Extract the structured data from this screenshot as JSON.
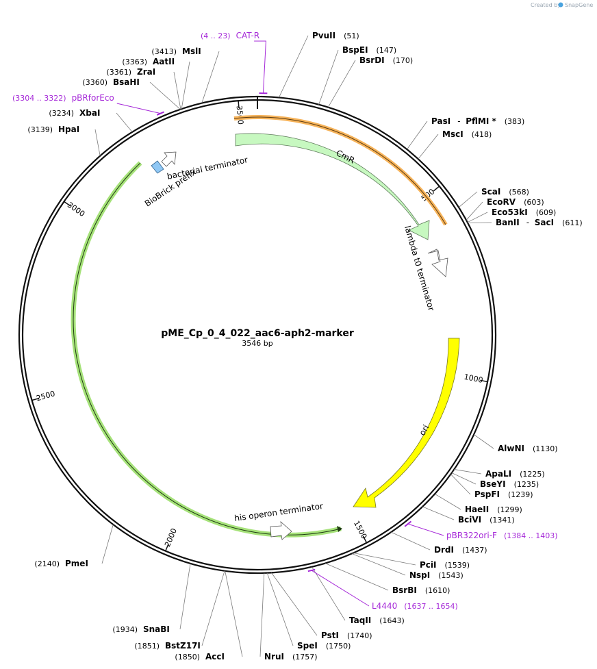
{
  "credit": {
    "created_by": "Created by",
    "app": "SnapGene"
  },
  "plasmid": {
    "name": "pME_Cp_0_4_022_aac6-aph2-marker",
    "size_label": "3546 bp",
    "length": 3546
  },
  "ticks": [
    {
      "label": "500",
      "pos": 500
    },
    {
      "label": "1000",
      "pos": 1000
    },
    {
      "label": "1500",
      "pos": 1500
    },
    {
      "label": "2000",
      "pos": 2000
    },
    {
      "label": "2500",
      "pos": 2500
    },
    {
      "label": "3000",
      "pos": 3000
    },
    {
      "label": "3500",
      "pos": 3500
    }
  ],
  "sites": [
    {
      "name": "PvuII",
      "pos_label": "(51)",
      "pos": 51
    },
    {
      "name": "BspEI",
      "pos_label": "(147)",
      "pos": 147
    },
    {
      "name": "BsrDI",
      "pos_label": "(170)",
      "pos": 170
    },
    {
      "name": "PasI",
      "extra": "PflMI *",
      "pos_label": "(383)",
      "pos": 383
    },
    {
      "name": "MscI",
      "pos_label": "(418)",
      "pos": 418
    },
    {
      "name": "ScaI",
      "pos_label": "(568)",
      "pos": 568
    },
    {
      "name": "EcoRV",
      "pos_label": "(603)",
      "pos": 603
    },
    {
      "name": "Eco53kI",
      "pos_label": "(609)",
      "pos": 609
    },
    {
      "name": "BanII",
      "extra": "SacI",
      "pos_label": "(611)",
      "pos": 611
    },
    {
      "name": "AlwNI",
      "pos_label": "(1130)",
      "pos": 1130
    },
    {
      "name": "ApaLI",
      "pos_label": "(1225)",
      "pos": 1225
    },
    {
      "name": "BseYI",
      "pos_label": "(1235)",
      "pos": 1235
    },
    {
      "name": "PspFI",
      "pos_label": "(1239)",
      "pos": 1239
    },
    {
      "name": "HaeII",
      "pos_label": "(1299)",
      "pos": 1299
    },
    {
      "name": "BciVI",
      "pos_label": "(1341)",
      "pos": 1341
    },
    {
      "name": "DrdI",
      "pos_label": "(1437)",
      "pos": 1437
    },
    {
      "name": "PciI",
      "pos_label": "(1539)",
      "pos": 1539
    },
    {
      "name": "NspI",
      "pos_label": "(1543)",
      "pos": 1543
    },
    {
      "name": "BsrBI",
      "pos_label": "(1610)",
      "pos": 1610
    },
    {
      "name": "TaqII",
      "pos_label": "(1643)",
      "pos": 1643
    },
    {
      "name": "PstI",
      "pos_label": "(1740)",
      "pos": 1740
    },
    {
      "name": "SpeI",
      "pos_label": "(1750)",
      "pos": 1750
    },
    {
      "name": "NruI",
      "pos_label": "(1757)",
      "pos": 1757
    },
    {
      "name": "AccI",
      "pos_label": "(1850)",
      "pos": 1850
    },
    {
      "name": "BstZ17I",
      "pos_label": "(1851)",
      "pos": 1851
    },
    {
      "name": "SnaBI",
      "pos_label": "(1934)",
      "pos": 1934
    },
    {
      "name": "PmeI",
      "pos_label": "(2140)",
      "pos": 2140
    },
    {
      "name": "HpaI",
      "pos_label": "(3139)",
      "pos": 3139
    },
    {
      "name": "XbaI",
      "pos_label": "(3234)",
      "pos": 3234
    },
    {
      "name": "BsaHI",
      "pos_label": "(3360)",
      "pos": 3360
    },
    {
      "name": "ZraI",
      "pos_label": "(3361)",
      "pos": 3361
    },
    {
      "name": "AatII",
      "pos_label": "(3363)",
      "pos": 3363
    },
    {
      "name": "MslI",
      "pos_label": "(3413)",
      "pos": 3413
    }
  ],
  "primers": [
    {
      "name": "CAT-R",
      "range_label": "(4 .. 23)",
      "start": 4,
      "end": 23
    },
    {
      "name": "pBRforEco",
      "range_label": "(3304 .. 3322)",
      "start": 3304,
      "end": 3322
    },
    {
      "name": "pBR322ori-F",
      "range_label": "(1384 .. 1403)",
      "start": 1384,
      "end": 1403
    },
    {
      "name": "L4440",
      "range_label": "(1637 .. 1654)",
      "start": 1637,
      "end": 1654
    }
  ],
  "features": [
    {
      "name": "CmR",
      "color": "#c7f8c0"
    },
    {
      "name": "ori",
      "color": "#ffff00"
    },
    {
      "name": "lambda t0 terminator",
      "color": "#ffffff"
    },
    {
      "name": "his operon terminator",
      "color": "#ffffff"
    },
    {
      "name": "bacterial terminator",
      "color": "#ffffff"
    },
    {
      "name": "BioBrick prefix",
      "color": "#8fc7f4"
    }
  ],
  "colors": {
    "orange_feature": "#f6b35a",
    "green_feature": "#a6e27a",
    "primer": "#a528d8"
  }
}
